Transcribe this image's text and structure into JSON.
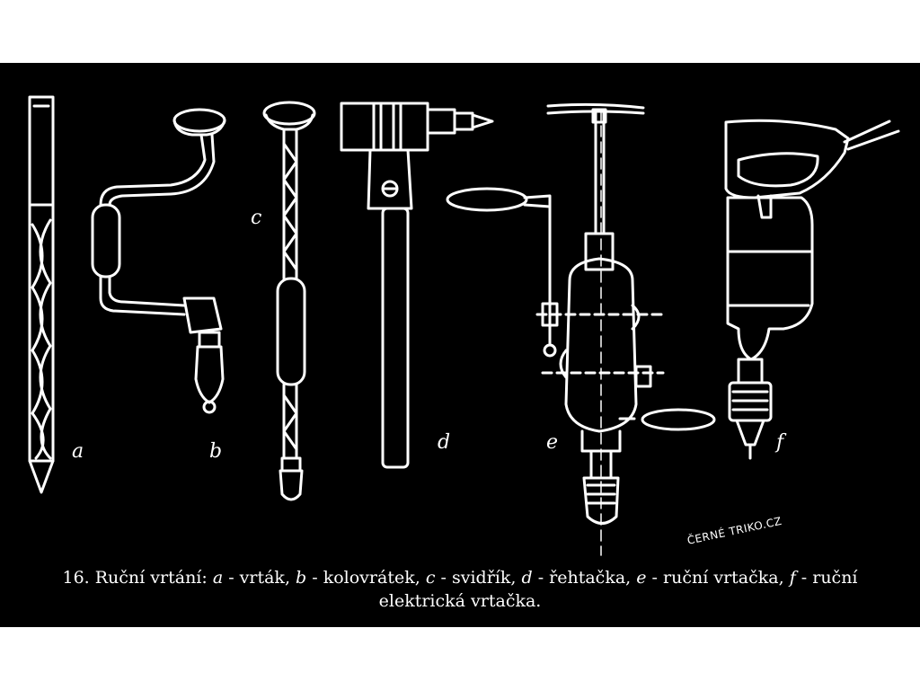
{
  "figure": {
    "labels": {
      "a": "a",
      "b": "b",
      "c": "c",
      "d": "d",
      "e": "e",
      "f": "f"
    },
    "watermark": "ČERNÉ TRIKO.CZ",
    "caption": {
      "number": "16.",
      "title": "Ruční vrtání:",
      "items": [
        {
          "key": "a",
          "text": "vrták"
        },
        {
          "key": "b",
          "text": "kolovrátek"
        },
        {
          "key": "c",
          "text": "svidřík"
        },
        {
          "key": "d",
          "text": "řehtačka"
        },
        {
          "key": "e",
          "text": "ruční vrtačka"
        },
        {
          "key": "f",
          "text": "ruční elektrická vrtačka"
        }
      ]
    }
  }
}
